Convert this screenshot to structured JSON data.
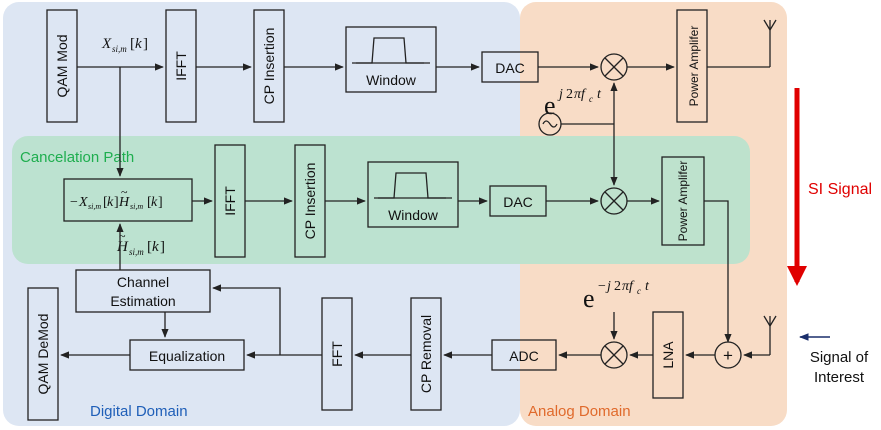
{
  "regions": {
    "digital": "Digital Domain",
    "analog": "Analog Domain",
    "cancelation": "Cancelation Path"
  },
  "tx_path": {
    "qam_mod": "QAM Mod",
    "signal_label": "X_{si,m}[k]",
    "ifft": "IFFT",
    "cp_insertion": "CP Insertion",
    "window": "Window",
    "dac": "DAC",
    "power_amp": "Power Amplifer",
    "carrier": "e^{j2πf_c t}"
  },
  "cancel_path": {
    "product": "−X_{si,m}[k] H̃_{si,m}[k]",
    "ifft": "IFFT",
    "cp_insertion": "CP Insertion",
    "window": "Window",
    "dac": "DAC",
    "power_amp": "Power Amplifer",
    "channel_label": "H̃_{si,m}[k]"
  },
  "rx_path": {
    "channel_estimation": "Channel Estimation",
    "equalization": "Equalization",
    "qam_demod": "QAM DeMod",
    "fft": "FFT",
    "cp_removal": "CP Removal",
    "adc": "ADC",
    "lna": "LNA",
    "carrier": "e^{−j2πf_c t}",
    "adder": "+"
  },
  "annotations": {
    "si_signal": "SI Signal",
    "signal_of_interest": "Signal of Interest"
  },
  "colors": {
    "digital_bg": "#dde6f3",
    "analog_bg": "#f8dcc6",
    "cancel_bg": "#b9e2cd",
    "si_arrow": "#e00000",
    "soi_arrow": "#1a2e6b",
    "cancel_text": "#1fae4f",
    "digital_text": "#1f5fb8",
    "analog_text": "#e06a2c"
  }
}
